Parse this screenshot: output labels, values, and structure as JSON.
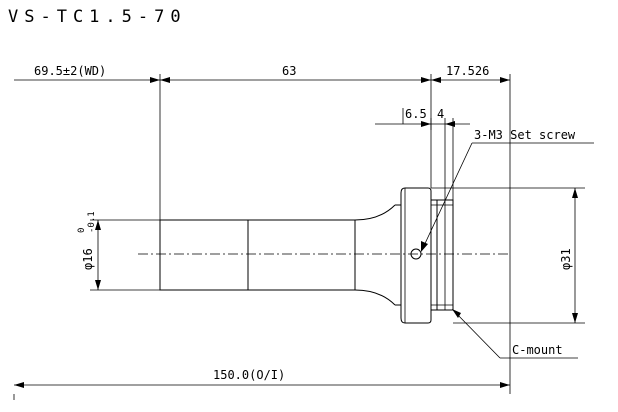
{
  "title": "VS-TC1.5-70",
  "dimensions": {
    "working_distance": "69.5±2(WD)",
    "body_length": "63",
    "flange_offset": "17.526",
    "screw_offset": "6.5",
    "screw_width": "4",
    "overall_length": "150.0(O/I)",
    "front_diameter": "φ16",
    "front_tol_upper": "0",
    "front_tol_lower": "-0.1",
    "mount_diameter": "φ31"
  },
  "callouts": {
    "set_screw": "3-M3 Set screw",
    "mount": "C-mount"
  }
}
